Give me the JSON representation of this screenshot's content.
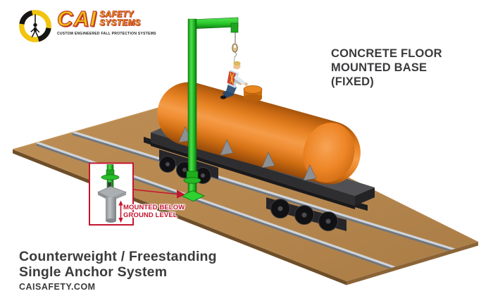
{
  "colors": {
    "accent_red": "#C3152F",
    "text_dark": "#3B3B3D",
    "logo_yellow": "#F1C40F",
    "logo_red": "#C0392B",
    "pole_green": "#2BC92B",
    "tank_orange": "#E67A1A",
    "ground_brown": "#B5874F"
  },
  "logo": {
    "brand": "CAI",
    "sub1": "SAFETY",
    "sub2": "SYSTEMS",
    "tagline": "CUSTOM ENGINEERED FALL PROTECTION SYSTEMS"
  },
  "callouts": {
    "base": {
      "line1": "CONCRETE FLOOR",
      "line2": "MOUNTED BASE",
      "line3": "(FIXED)"
    },
    "inset": {
      "line1": "MOUNTED BELOW",
      "line2": "GROUND LEVEL"
    }
  },
  "footer": {
    "title1": "Counterweight / Freestanding",
    "title2": "Single Anchor System",
    "website": "CAISAFETY.COM"
  }
}
